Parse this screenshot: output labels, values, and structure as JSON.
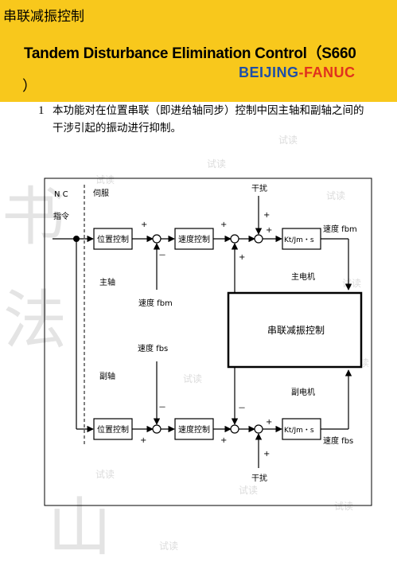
{
  "header": {
    "title_cn": "串联减振控制",
    "title_en": "Tandem Disturbance Elimination Control（S660",
    "title_paren": "）",
    "logo_part1": "BEIJING",
    "logo_sep": "-",
    "logo_part2": "FANUC"
  },
  "intro": {
    "number": "1",
    "line1": "本功能对在位置串联（即进给轴同步）控制中因主轴和副轴之间的",
    "line2": "干涉引起的振动进行抑制。"
  },
  "diagram": {
    "nc_label": "N C",
    "cmd_label": "指令",
    "servo_label": "伺服",
    "main_pos_ctrl": "位置控制",
    "main_vel_ctrl": "速度控制",
    "main_motor_tf": "Kt/Jm・s",
    "main_disturb": "干扰",
    "main_speed_fbm": "速度 fbm",
    "main_motor": "主电机",
    "main_axis": "主轴",
    "speed_fbm_left": "速度 fbm",
    "speed_fbs_left": "速度 fbs",
    "center_block": "串联减振控制",
    "sub_axis": "副轴",
    "sub_motor": "副电机",
    "sub_pos_ctrl": "位置控制",
    "sub_vel_ctrl": "速度控制",
    "sub_motor_tf": "Kt/Jm・s",
    "sub_speed_fbs": "速度 fbs",
    "sub_disturb": "干扰",
    "plus": "+",
    "minus": "－"
  },
  "watermark": {
    "text": "试读"
  },
  "colors": {
    "header_bg": "#f8c81c",
    "logo_blue": "#1e4fa8",
    "logo_red": "#e0321e",
    "watermark": "#d8d8d8"
  }
}
